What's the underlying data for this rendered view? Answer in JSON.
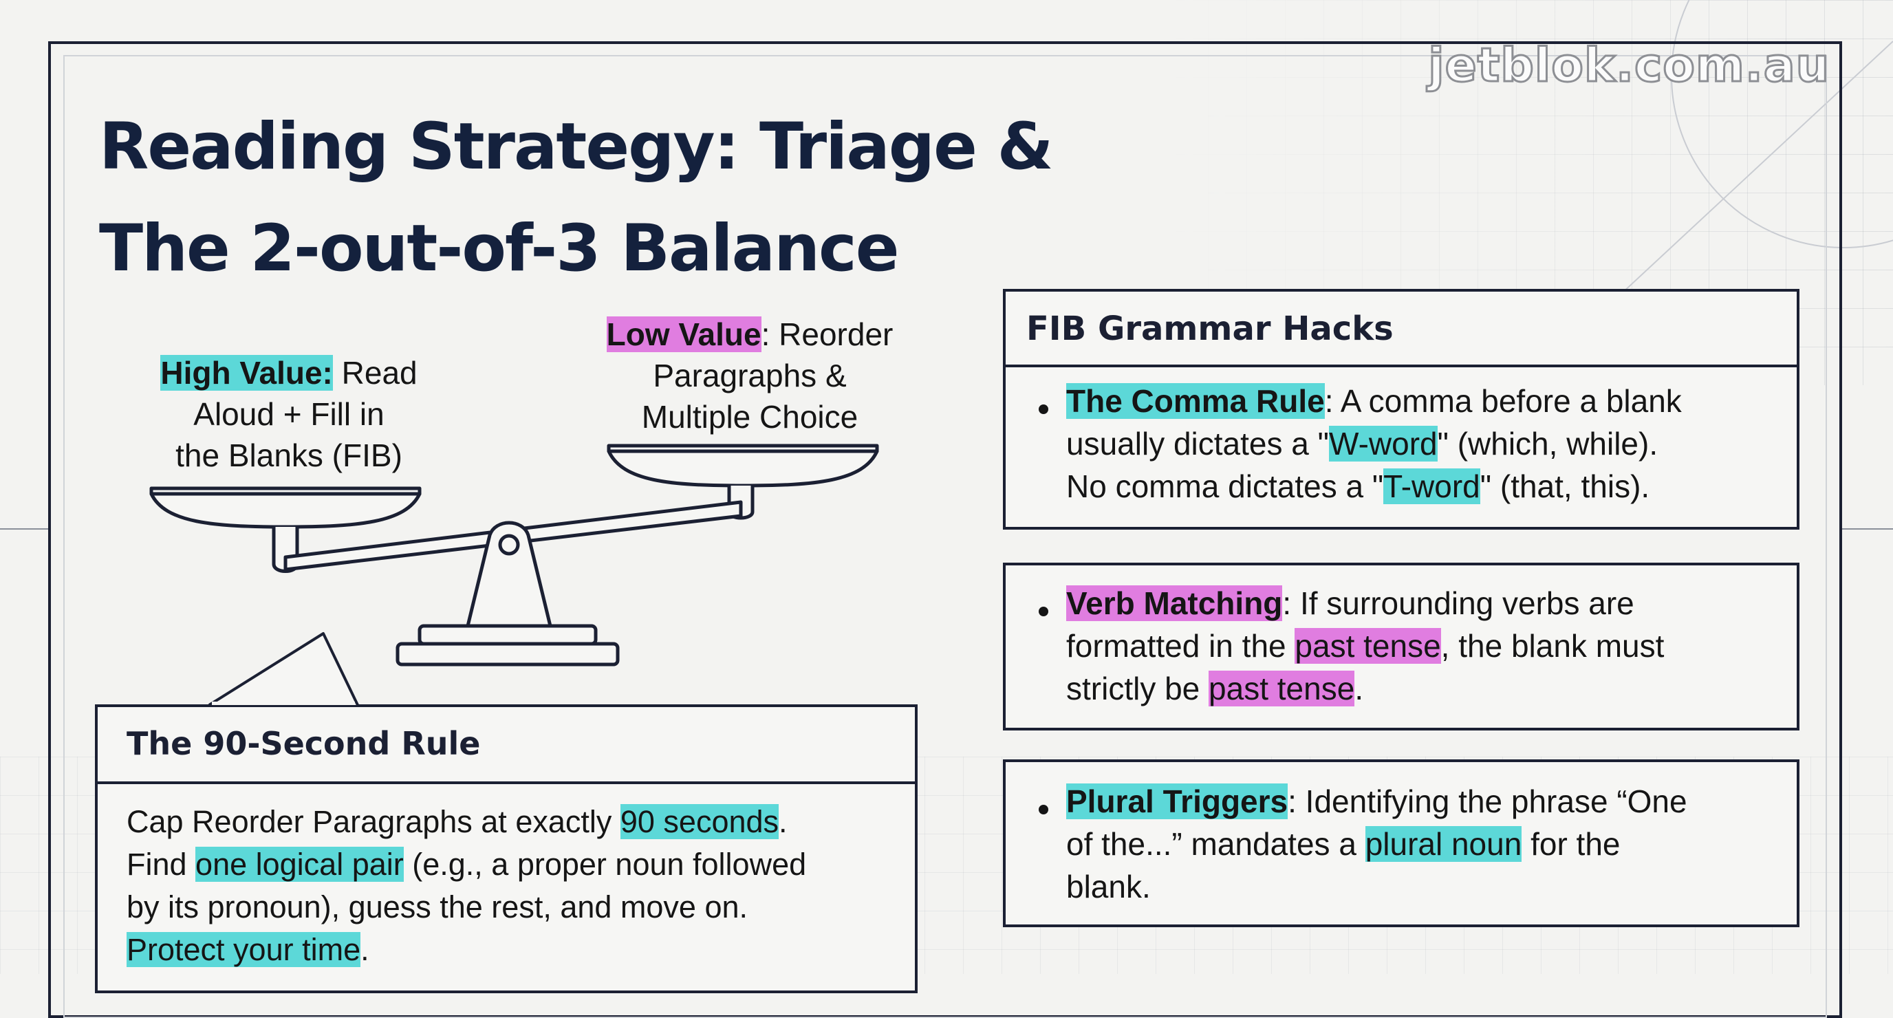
{
  "watermark": "jetblok.com.au",
  "title": {
    "line1": "Reading Strategy: Triage &",
    "line2": "The 2-out-of-3 Balance"
  },
  "scale": {
    "high": {
      "highlight": "High Value:",
      "rest_line1": " Read",
      "line2": "Aloud + Fill in",
      "line3": "the Blanks (FIB)"
    },
    "low": {
      "highlight": "Low Value",
      "rest_line1": ": Reorder",
      "line2": "Paragraphs &",
      "line3": "Multiple Choice"
    }
  },
  "rule90": {
    "title": "The 90-Second Rule",
    "line1_a": "Cap Reorder Paragraphs at exactly ",
    "line1_hl": "90 seconds",
    "line1_b": ".",
    "line2_a": "Find ",
    "line2_hl": "one logical pair",
    "line2_b": " (e.g., a proper noun followed",
    "line3": "by its pronoun), guess the rest, and move on.",
    "line4_hl": "Protect your time",
    "line4_b": "."
  },
  "fib": {
    "title": "FIB Grammar Hacks",
    "comma": {
      "name": "The Comma Rule",
      "l1_rest": ": A comma before a blank",
      "l2_a": "usually dictates a \"",
      "l2_hl": "W-word",
      "l2_b": "\" (which, while).",
      "l3_a": "No comma dictates a \"",
      "l3_hl": "T-word",
      "l3_b": "\" (that, this)."
    },
    "verb": {
      "name": "Verb Matching",
      "l1_rest": ": If surrounding verbs are",
      "l2_a": "formatted in the ",
      "l2_hl": "past tense",
      "l2_b": ", the blank must",
      "l3_a": "strictly be ",
      "l3_hl": "past tense",
      "l3_b": "."
    },
    "plural": {
      "name": "Plural Triggers",
      "l1_rest": ": Identifying the phrase “One",
      "l2_a": "of the...” mandates a ",
      "l2_hl": "plural noun",
      "l2_b": " for the",
      "l3": "blank."
    }
  },
  "colors": {
    "navy": "#14213d",
    "cyan_highlight": "#5cd8d8",
    "magenta_highlight": "#e07de0"
  }
}
